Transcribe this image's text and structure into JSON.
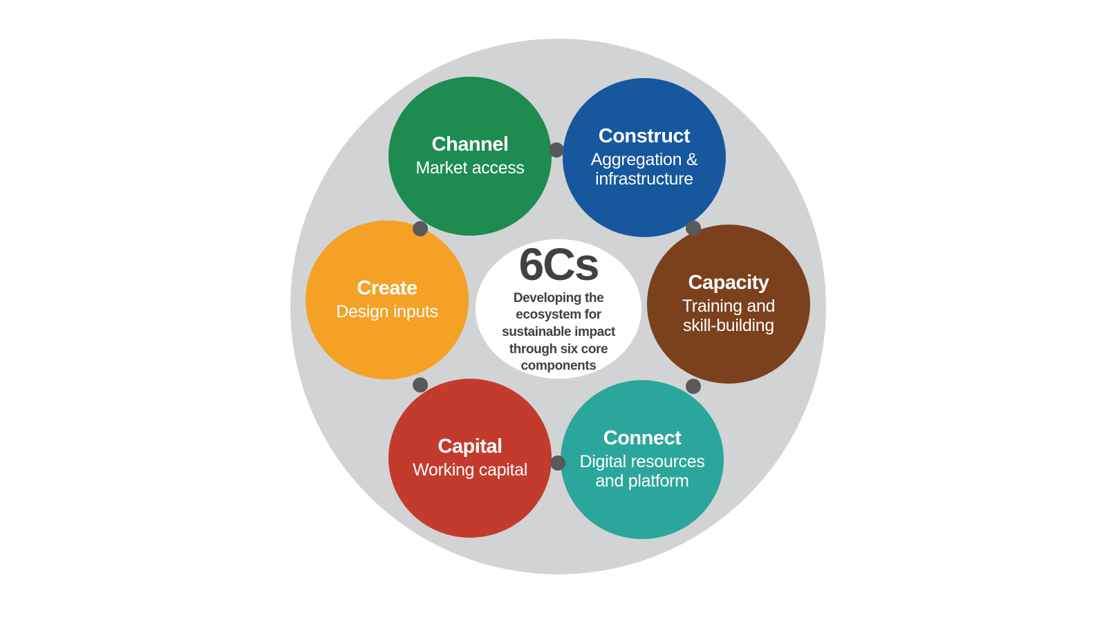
{
  "diagram": {
    "colors": {
      "outer_ring": "#d2d3d4",
      "connector_dot": "#58595b",
      "center_text": "#414042",
      "channel_green": "#1e8b51",
      "construct_blue": "#16579d",
      "create_orange": "#f4a126",
      "capacity_brown": "#7b401c",
      "capital_red": "#c33b2d",
      "connect_teal": "#2ba69a"
    },
    "center": {
      "title": "6Cs",
      "tagline": "Developing the\necosystem for\nsustainable impact\nthrough six core\ncomponents"
    },
    "components": [
      {
        "id": "channel",
        "title": "Channel",
        "subtitle": "Market access",
        "color": "#1e8b51"
      },
      {
        "id": "construct",
        "title": "Construct",
        "subtitle": "Aggregation &\ninfrastructure",
        "color": "#16579d"
      },
      {
        "id": "create",
        "title": "Create",
        "subtitle": "Design inputs",
        "color": "#f4a126"
      },
      {
        "id": "capacity",
        "title": "Capacity",
        "subtitle": "Training and\nskill-building",
        "color": "#7b401c"
      },
      {
        "id": "capital",
        "title": "Capital",
        "subtitle": "Working capital",
        "color": "#c33b2d"
      },
      {
        "id": "connect",
        "title": "Connect",
        "subtitle": "Digital resources\nand platform",
        "color": "#2ba69a"
      }
    ]
  }
}
